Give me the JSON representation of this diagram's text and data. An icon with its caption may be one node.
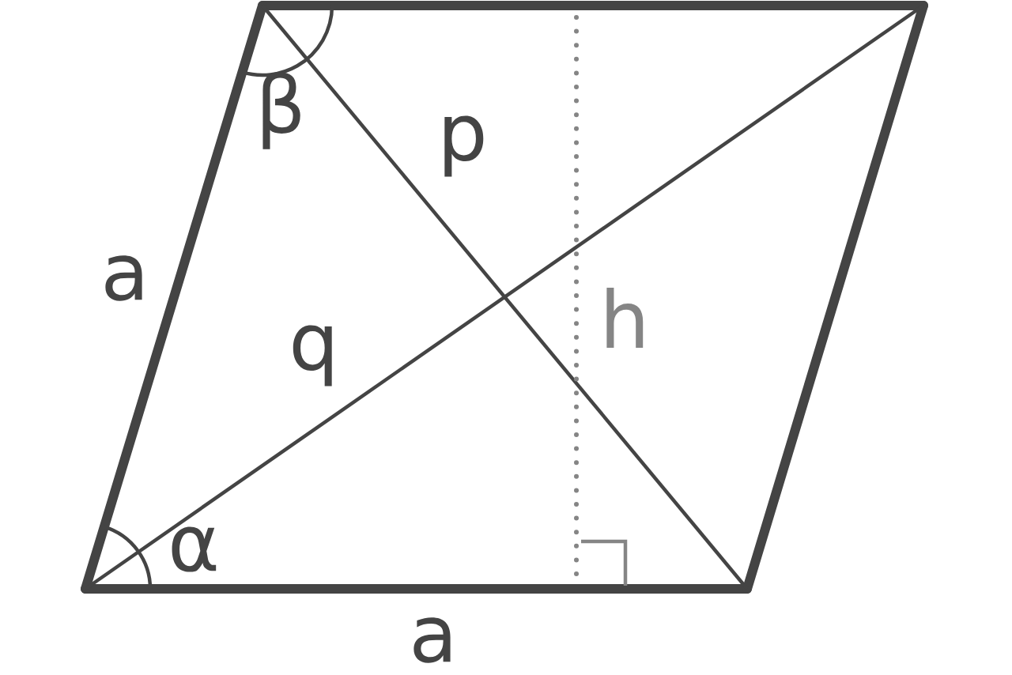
{
  "diagram": {
    "labels": [
      "β",
      "p",
      "a",
      "q",
      "h",
      "α",
      "a"
    ]
  }
}
